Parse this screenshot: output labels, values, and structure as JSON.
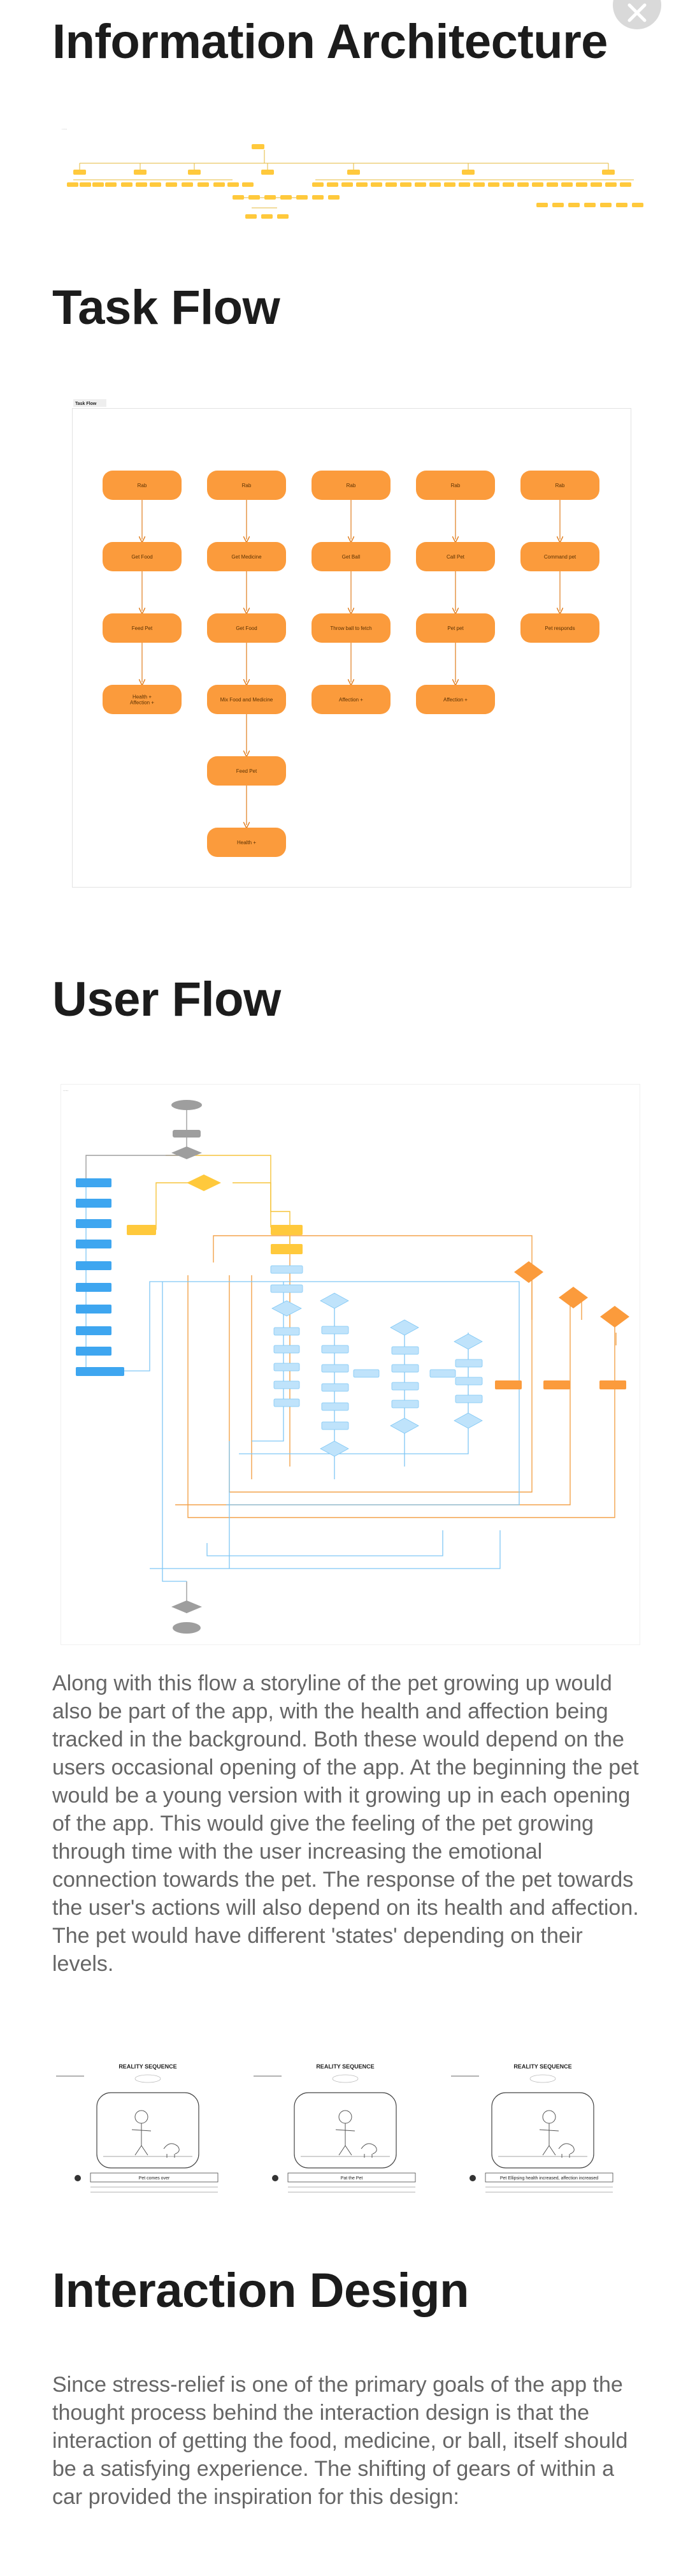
{
  "page": {
    "close_icon": "close-icon"
  },
  "sections": {
    "ia": {
      "title": "Information Architecture"
    },
    "task_flow": {
      "title": "Task Flow",
      "frame_label": "Task Flow",
      "columns": [
        [
          "Rab",
          "Get Food",
          "Feed Pet",
          "Health +\nAffection +"
        ],
        [
          "Rab",
          "Get Medicine",
          "Get Food",
          "Mix Food and Medicine",
          "Feed Pet",
          "Health +"
        ],
        [
          "Rab",
          "Get Ball",
          "Throw ball to fetch",
          "Affection +"
        ],
        [
          "Rab",
          "Call Pet",
          "Pet pet",
          "Affection +"
        ],
        [
          "Rab",
          "Command pet",
          "Pet responds"
        ]
      ]
    },
    "user_flow": {
      "title": "User Flow",
      "paragraph": "Along with this flow a storyline of the pet growing up would also be part of the app, with the health and affection being tracked in the background. Both these would depend on the users occasional opening of the app. At the beginning the pet would be a young version with it growing up in each opening of the app. This would give the feeling of the pet growing through time with the user increasing the emotional connection towards the pet. The response of the pet towards the user's actions will also depend on its health and affection. The pet would have different 'states' depending on their levels."
    },
    "storyboards": [
      {
        "header": "REALITY SEQUENCE",
        "caption": "Pet comes over"
      },
      {
        "header": "REALITY SEQUENCE",
        "caption": "Pat the Pet"
      },
      {
        "header": "REALITY SEQUENCE",
        "caption": "Pet Ellipsing health increased, affection increased"
      }
    ],
    "interaction": {
      "title": "Interaction Design",
      "paragraph": "Since stress-relief is one of the primary goals of the app the thought process behind the interaction design is that the interaction of getting the food, medicine, or ball, itself should be a satisfying experience. The shifting of gears of within a car provided the inspiration for this design:"
    }
  },
  "colors": {
    "orange": "#fb9b3c",
    "yellow": "#ffc93c",
    "blue": "#3ea6f0",
    "light_blue": "#bfe3fb",
    "gray": "#9e9e9e"
  }
}
